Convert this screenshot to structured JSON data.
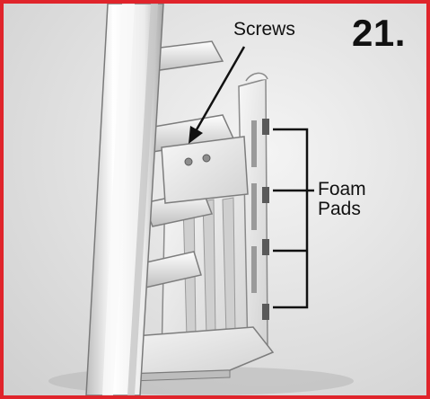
{
  "step": {
    "number": "21."
  },
  "labels": {
    "screws": "Screws",
    "foam_line_1": "Foam",
    "foam_line_2": "Pads"
  },
  "colors": {
    "border": "#e0242b",
    "text": "#111111",
    "background": "#e3e3e3"
  }
}
